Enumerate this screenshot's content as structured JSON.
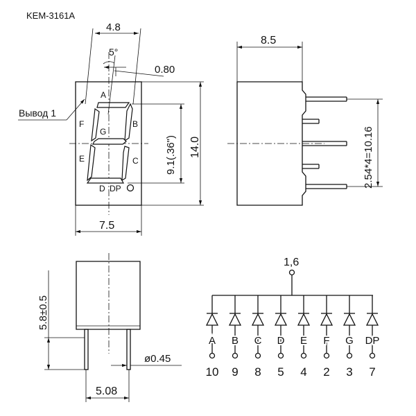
{
  "title": "KEM-3161A",
  "front_view": {
    "dim_top": "4.8",
    "angle": "5°",
    "dim_pitch": "0.80",
    "pin1_label": "Вывод 1",
    "dim_digit_height": "9.1(.36\")",
    "dim_height": "14.0",
    "dim_width": "7.5",
    "segments": [
      "A",
      "B",
      "C",
      "D",
      "E",
      "F",
      "G"
    ],
    "dp_label": "DP"
  },
  "side_view": {
    "dim_depth": "8.5",
    "dim_pin_span": "2.54*4=10.16"
  },
  "bottom_view": {
    "dim_pin_length": "5.8±0.5",
    "dim_pin_diameter": "ø0.45",
    "dim_row_spacing": "5.08"
  },
  "schematic": {
    "common_pins": "1,6",
    "diodes": [
      {
        "segment": "A",
        "pin": "10"
      },
      {
        "segment": "B",
        "pin": "9"
      },
      {
        "segment": "C",
        "pin": "8"
      },
      {
        "segment": "D",
        "pin": "5"
      },
      {
        "segment": "E",
        "pin": "4"
      },
      {
        "segment": "F",
        "pin": "2"
      },
      {
        "segment": "G",
        "pin": "3"
      },
      {
        "segment": "DP",
        "pin": "7"
      }
    ]
  }
}
